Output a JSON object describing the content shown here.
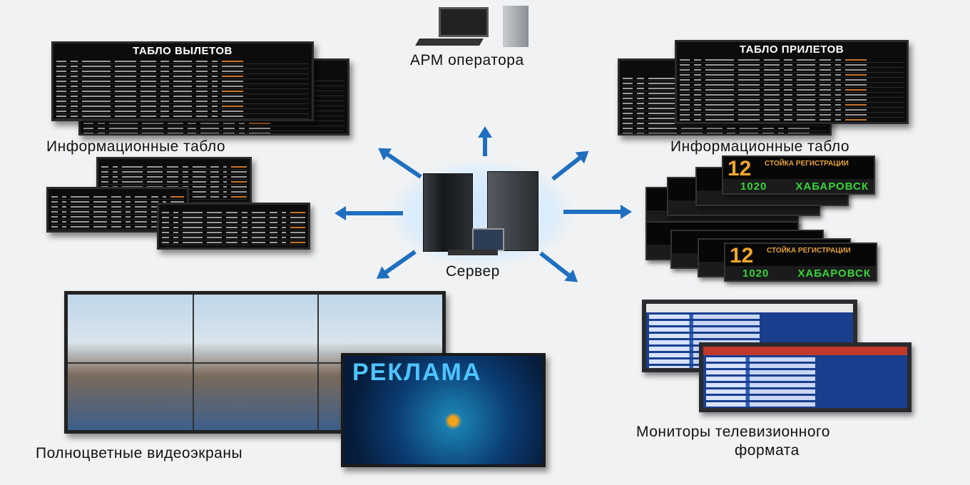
{
  "operator": {
    "label": "АРМ оператора"
  },
  "server": {
    "label": "Сервер"
  },
  "info_boards_left": {
    "title": "ТАБЛО ВЫЛЕТОВ",
    "label": "Информационные табло"
  },
  "info_boards_right": {
    "title": "ТАБЛО ПРИЛЕТОВ",
    "label": "Информационные табло"
  },
  "checkin_boards": {
    "counter": "12",
    "caption": "СТОЙКА РЕГИСТРАЦИИ",
    "flight": "1020",
    "city": "ХАБАРОВСК"
  },
  "video_screens": {
    "poster_title": "РЕКЛАМА",
    "label": "Полноцветные видеоэкраны"
  },
  "tv_monitors": {
    "label_line1": "Мониторы телевизионного",
    "label_line2": "формата"
  },
  "colors": {
    "arrow": "#1f6fc0",
    "led_green": "#37d43a",
    "led_amber": "#f0a72a"
  }
}
